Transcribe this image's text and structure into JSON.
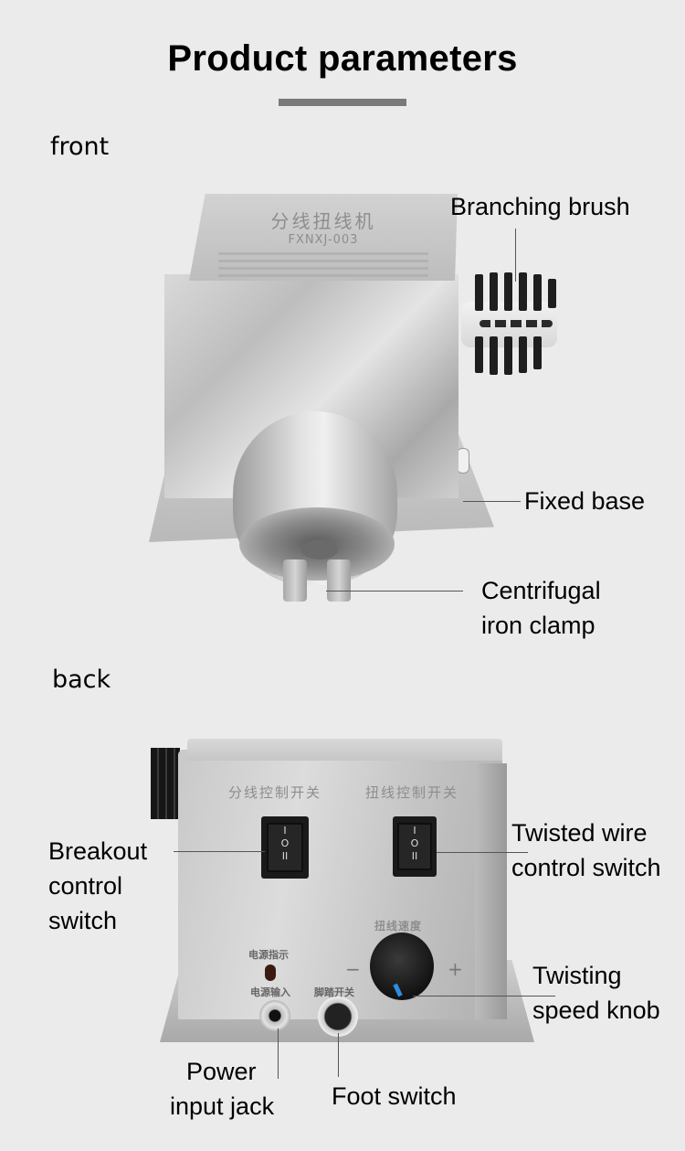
{
  "header": {
    "title": "Product parameters",
    "accent_bar_color": "#7a7a7a"
  },
  "front": {
    "section_label": "front",
    "plate": {
      "title_cn": "分线扭线机",
      "model": "FXNXJ-003"
    },
    "callouts": [
      {
        "id": "branching-brush",
        "label": "Branching brush"
      },
      {
        "id": "fixed-base",
        "label": "Fixed base"
      },
      {
        "id": "centrifugal-iron-clamp",
        "label_line1": "Centrifugal",
        "label_line2": "iron clamp"
      }
    ]
  },
  "back": {
    "section_label": "back",
    "panel": {
      "left_switch_cn": "分线控制开关",
      "right_switch_cn": "扭线控制开关",
      "speed_cn": "扭线速度",
      "power_indicator_cn": "电源指示",
      "power_input_cn": "电源输入",
      "foot_switch_cn": "脚踏开关",
      "minus": "−",
      "plus": "+",
      "switch_symbols": {
        "top": "I",
        "mid": "O",
        "bottom": "II"
      }
    },
    "callouts": [
      {
        "id": "breakout-control-switch",
        "label_line1": "Breakout",
        "label_line2": "control",
        "label_line3": "switch"
      },
      {
        "id": "twisted-wire-control-switch",
        "label_line1": "Twisted wire",
        "label_line2": "control switch"
      },
      {
        "id": "twisting-speed-knob",
        "label_line1": "Twisting",
        "label_line2": "speed knob"
      },
      {
        "id": "power-input-jack",
        "label_line1": "Power",
        "label_line2": "input jack"
      },
      {
        "id": "foot-switch",
        "label": "Foot switch"
      }
    ]
  }
}
